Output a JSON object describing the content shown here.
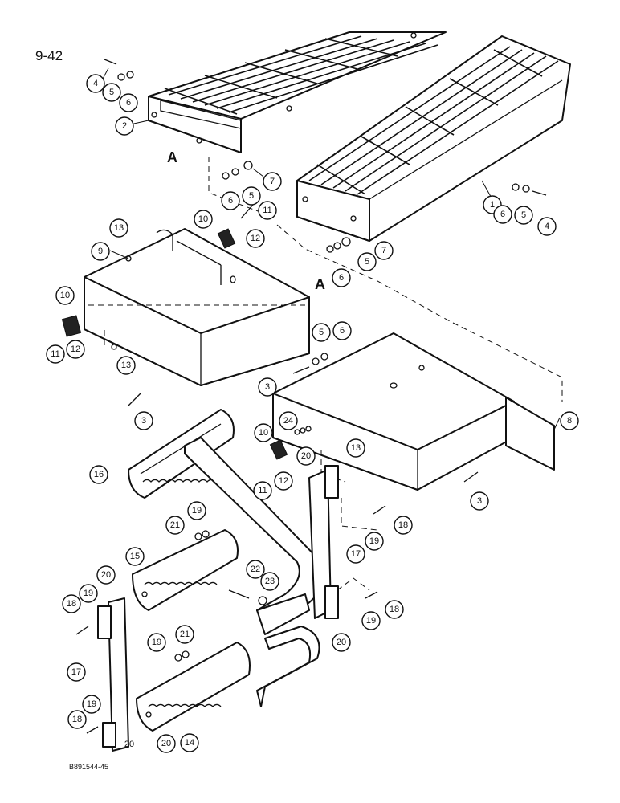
{
  "page_label": "9-42",
  "figure_code": "B891544-45",
  "section_letters": [
    "A",
    "A"
  ],
  "callouts": [
    "1",
    "2",
    "3",
    "3",
    "3",
    "4",
    "4",
    "5",
    "5",
    "5",
    "5",
    "5",
    "6",
    "6",
    "6",
    "6",
    "6",
    "7",
    "7",
    "8",
    "9",
    "10",
    "10",
    "10",
    "11",
    "11",
    "11",
    "12",
    "12",
    "12",
    "13",
    "13",
    "13",
    "14",
    "15",
    "16",
    "17",
    "17",
    "18",
    "18",
    "18",
    "18",
    "19",
    "19",
    "19",
    "19",
    "19",
    "19",
    "20",
    "20",
    "20",
    "20",
    "20",
    "21",
    "21",
    "22",
    "23",
    "24"
  ]
}
